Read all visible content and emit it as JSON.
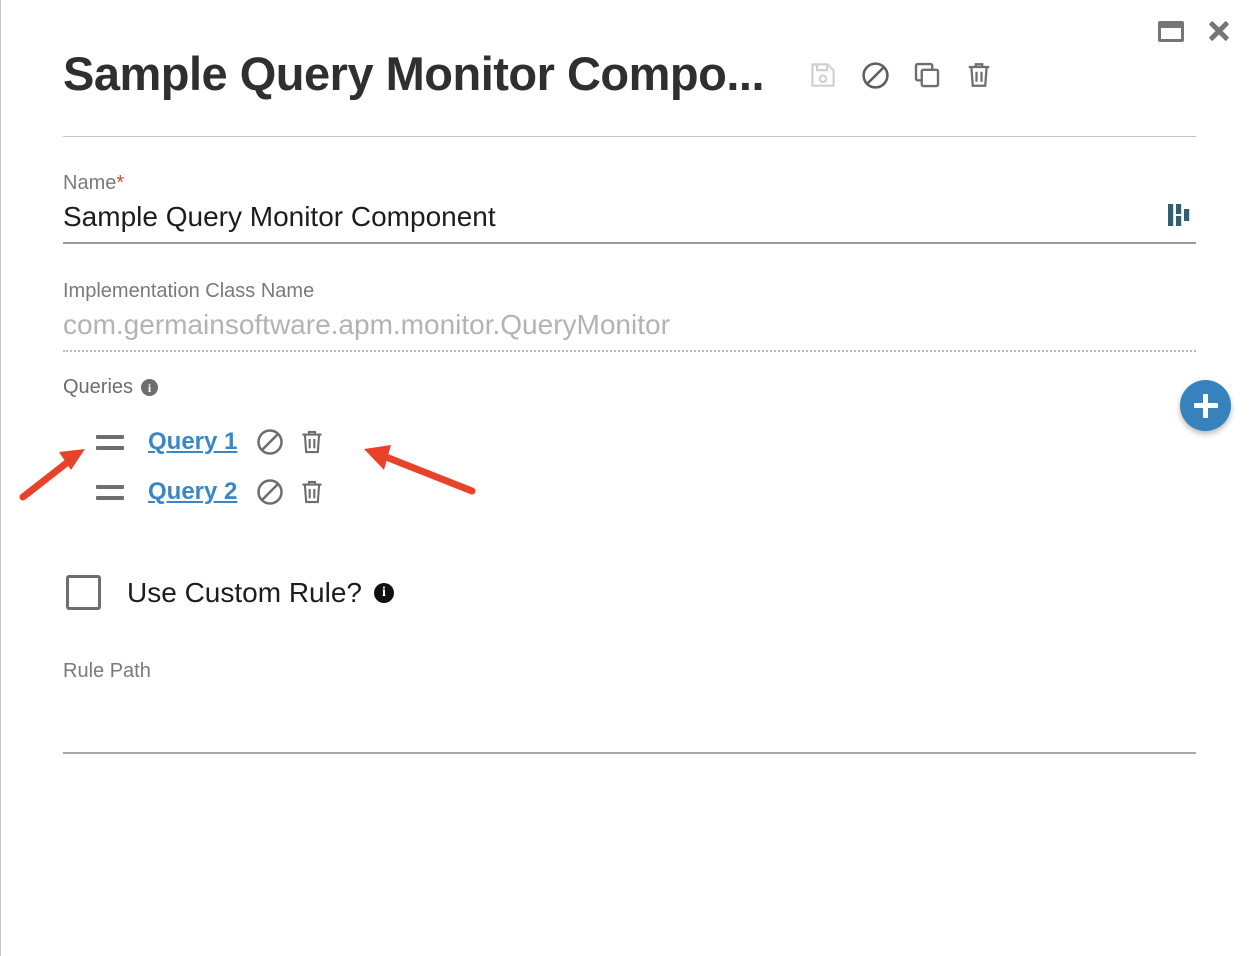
{
  "window": {
    "restore_icon": "restore-window-icon",
    "close_icon": "close-icon"
  },
  "header": {
    "title": "Sample Query Monitor Compo...",
    "title_full": "Sample Query Monitor Component",
    "actions": [
      {
        "name": "save-icon",
        "label": "Save",
        "disabled": true
      },
      {
        "name": "disable-icon",
        "label": "Disable",
        "disabled": false
      },
      {
        "name": "duplicate-icon",
        "label": "Duplicate",
        "disabled": false
      },
      {
        "name": "delete-icon",
        "label": "Delete",
        "disabled": false
      }
    ]
  },
  "form": {
    "name_field": {
      "label": "Name",
      "required_marker": "*",
      "value": "Sample Query Monitor Component",
      "trailing_icon": "histogram-icon"
    },
    "impl_field": {
      "label": "Implementation Class Name",
      "value": "com.germainsoftware.apm.monitor.QueryMonitor",
      "readonly": true
    },
    "queries": {
      "label": "Queries",
      "info_icon": "info-icon",
      "add_button": "add-query-button",
      "rows": [
        {
          "drag": "drag-handle-icon",
          "link": "Query 1",
          "disable_icon": "disable-icon",
          "delete_icon": "delete-icon"
        },
        {
          "drag": "drag-handle-icon",
          "link": "Query 2",
          "disable_icon": "disable-icon",
          "delete_icon": "delete-icon"
        }
      ]
    },
    "custom_rule": {
      "label": "Use Custom Rule?",
      "checked": false,
      "info_icon": "info-icon"
    },
    "rule_path": {
      "label": "Rule Path",
      "value": ""
    }
  },
  "annotations": {
    "arrow_1": "red-arrow-pointing-to-drag-handle",
    "arrow_2": "red-arrow-pointing-to-delete-icon"
  },
  "colors": {
    "link": "#3a87c8",
    "accent_button": "#3682bd",
    "required": "#e8432a",
    "annotation": "#e8432a",
    "histogram_icon": "#2d6073",
    "icon_gray": "#6e6e6e",
    "icon_disabled": "#cccccc"
  }
}
